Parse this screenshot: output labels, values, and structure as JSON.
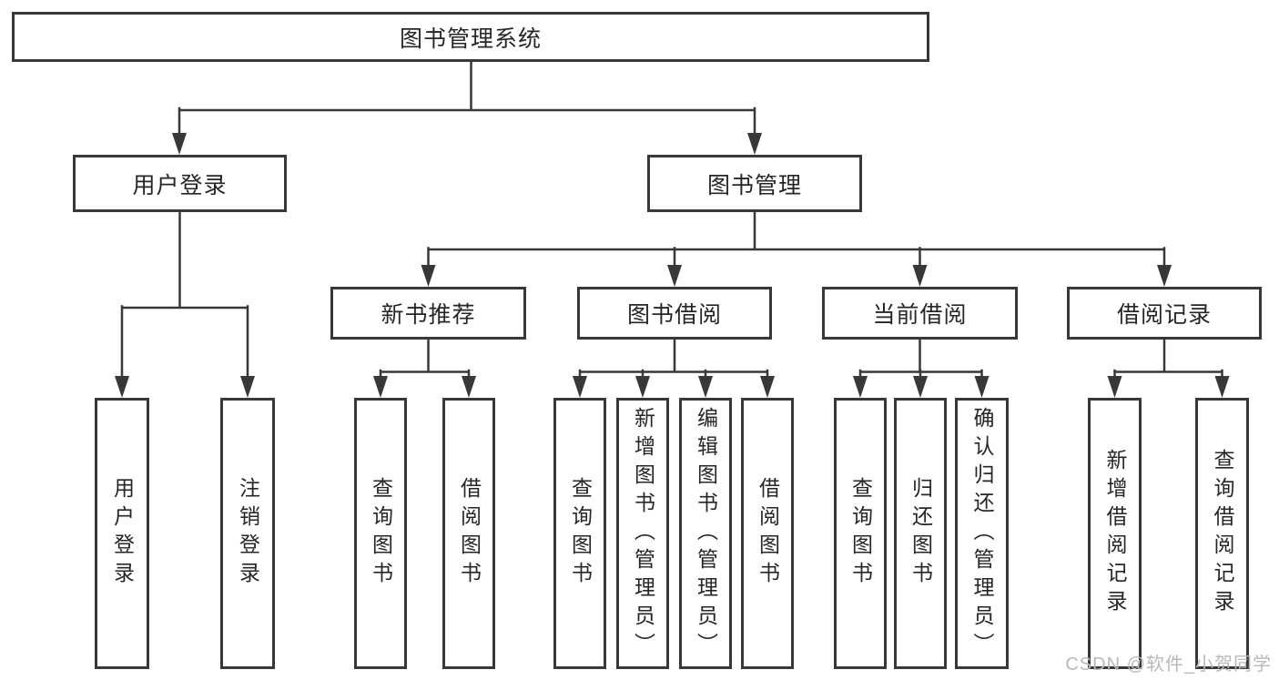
{
  "tree": {
    "label": "图书管理系统",
    "children": [
      {
        "label": "用户登录",
        "children": [
          {
            "label": "用户登录"
          },
          {
            "label": "注销登录"
          }
        ]
      },
      {
        "label": "图书管理",
        "children": [
          {
            "label": "新书推荐",
            "children": [
              {
                "label": "查询图书"
              },
              {
                "label": "借阅图书"
              }
            ]
          },
          {
            "label": "图书借阅",
            "children": [
              {
                "label": "查询图书"
              },
              {
                "label": "新增图书（管理员）"
              },
              {
                "label": "编辑图书（管理员）"
              },
              {
                "label": "借阅图书"
              }
            ]
          },
          {
            "label": "当前借阅",
            "children": [
              {
                "label": "查询图书"
              },
              {
                "label": "归还图书"
              },
              {
                "label": "确认归还（管理员）"
              }
            ]
          },
          {
            "label": "借阅记录",
            "children": [
              {
                "label": "新增借阅记录"
              },
              {
                "label": "查询借阅记录"
              }
            ]
          }
        ]
      }
    ]
  },
  "watermark": "CSDN @软件_小贺同学",
  "colors": {
    "line": "#383838",
    "box_border": "#383838",
    "text": "#262626",
    "watermark": "#b8b8b8",
    "background": "#ffffff"
  }
}
